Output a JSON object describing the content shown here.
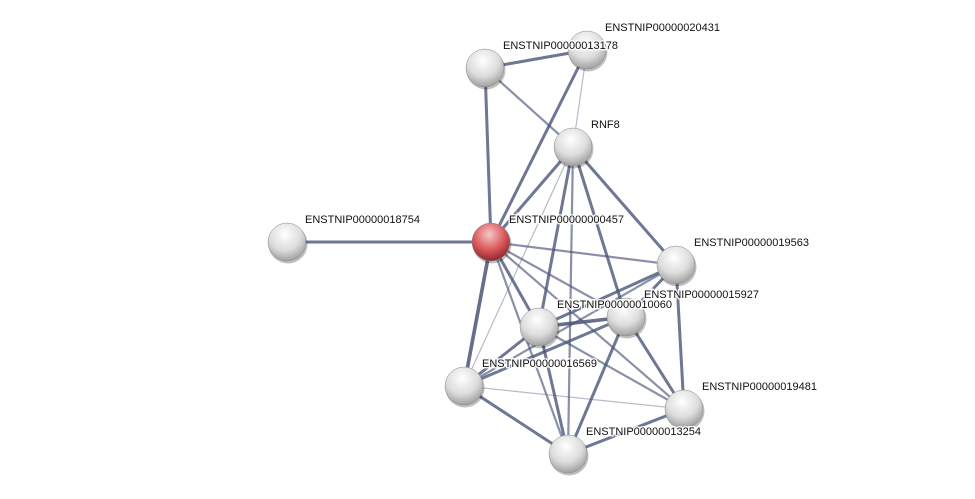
{
  "nodes": [
    {
      "id": "A",
      "label": "ENSTNIP00000000457",
      "query": true
    },
    {
      "id": "B",
      "label": "ENSTNIP00000018754"
    },
    {
      "id": "C",
      "label": "ENSTNIP00000013178"
    },
    {
      "id": "D",
      "label": "ENSTNIP00000020431"
    },
    {
      "id": "E",
      "label": "RNF8"
    },
    {
      "id": "F",
      "label": "ENSTNIP00000019563"
    },
    {
      "id": "G",
      "label": "ENSTNIP00000010060"
    },
    {
      "id": "H",
      "label": "ENSTNIP00000015927"
    },
    {
      "id": "I",
      "label": "ENSTNIP00000016569"
    },
    {
      "id": "J",
      "label": "ENSTNIP00000019481"
    },
    {
      "id": "K",
      "label": "ENSTNIP00000013254"
    }
  ],
  "edges": [
    [
      "A",
      "B",
      3
    ],
    [
      "A",
      "C",
      3
    ],
    [
      "A",
      "D",
      3
    ],
    [
      "A",
      "E",
      3
    ],
    [
      "A",
      "F",
      2
    ],
    [
      "A",
      "G",
      3
    ],
    [
      "A",
      "H",
      2
    ],
    [
      "A",
      "I",
      4
    ],
    [
      "A",
      "J",
      2
    ],
    [
      "A",
      "K",
      2
    ],
    [
      "C",
      "D",
      3
    ],
    [
      "C",
      "E",
      2
    ],
    [
      "D",
      "E",
      1
    ],
    [
      "E",
      "G",
      3
    ],
    [
      "E",
      "H",
      3
    ],
    [
      "E",
      "F",
      3
    ],
    [
      "E",
      "I",
      1
    ],
    [
      "E",
      "K",
      2
    ],
    [
      "F",
      "G",
      3
    ],
    [
      "F",
      "H",
      3
    ],
    [
      "F",
      "J",
      3
    ],
    [
      "F",
      "I",
      2
    ],
    [
      "G",
      "H",
      4
    ],
    [
      "G",
      "I",
      3
    ],
    [
      "G",
      "K",
      3
    ],
    [
      "G",
      "J",
      2
    ],
    [
      "H",
      "I",
      3
    ],
    [
      "H",
      "K",
      3
    ],
    [
      "H",
      "J",
      3
    ],
    [
      "I",
      "K",
      3
    ],
    [
      "I",
      "J",
      1
    ],
    [
      "J",
      "K",
      3
    ]
  ],
  "colors": {
    "edge": "#4a5578",
    "query": "#d9565a",
    "node": "#e8e8e8"
  }
}
